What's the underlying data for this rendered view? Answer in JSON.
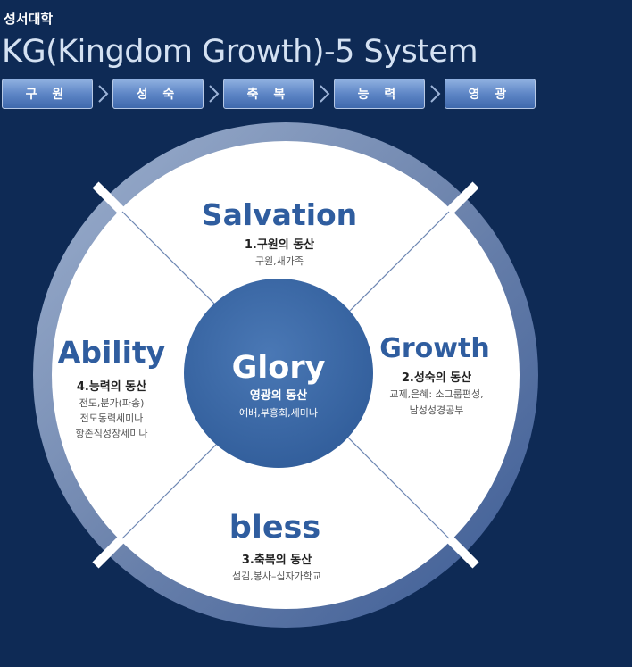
{
  "header": {
    "university": "성서대학",
    "title": "KG(Kingdom Growth)-5 System"
  },
  "steps": [
    "구 원",
    "성 숙",
    "축 복",
    "능 력",
    "영 광"
  ],
  "center": {
    "title": "Glory",
    "subtitle": "영광의 동산",
    "detail": "예배,부흥회,세미나"
  },
  "segments": {
    "top": {
      "title": "Salvation",
      "subtitle": "1.구원의 동산",
      "lines": [
        "구원,새가족"
      ]
    },
    "right": {
      "title": "Growth",
      "subtitle": "2.성숙의 동산",
      "lines": [
        "교제,은혜:  소그룹편성,",
        "남성성경공부"
      ]
    },
    "bottom": {
      "title": "bless",
      "subtitle": "3.축복의 동산",
      "lines": [
        "섬김,봉사–십자가학교"
      ]
    },
    "left": {
      "title": "Ability",
      "subtitle": "4.능력의 동산",
      "lines": [
        "전도,분가(파송)",
        "전도동력세미나",
        "항존직성장세미나"
      ]
    }
  },
  "colors": {
    "background": "#0e2a55",
    "accent": "#2f5d9f",
    "center_fill": "#3d6aa6",
    "ring": "#6f86b1"
  }
}
